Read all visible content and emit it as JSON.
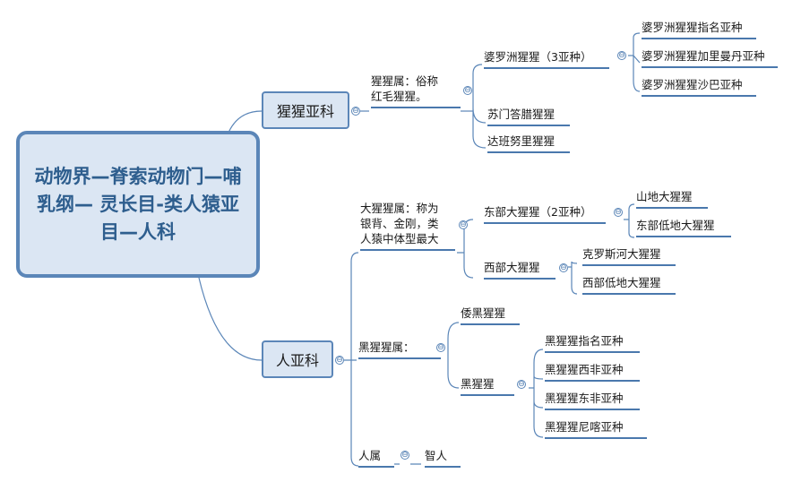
{
  "root": {
    "title": "动物界—脊索动物门—哺乳纲— 灵长目-类人猿亚目—人科"
  },
  "collapse_glyph": "⊖",
  "orangutan_subfamily": {
    "label": "猩猩亚科",
    "genus": {
      "line1": "猩猩属：俗称",
      "line2": "红毛猩猩。",
      "species": [
        {
          "label": "婆罗洲猩猩（3亚种）",
          "subspecies": [
            "婆罗洲猩猩指名亚种",
            "婆罗洲猩猩加里曼丹亚种",
            "婆罗洲猩猩沙巴亚种"
          ]
        },
        {
          "label": "苏门答腊猩猩"
        },
        {
          "label": "达班努里猩猩"
        }
      ]
    }
  },
  "human_subfamily": {
    "label": "人亚科",
    "gorilla_genus": {
      "line1": "大猩猩属：称为",
      "line2": "银背、金刚，类",
      "line3": "人猿中体型最大",
      "species": [
        {
          "label": "东部大猩猩（2亚种）",
          "subspecies": [
            "山地大猩猩",
            "东部低地大猩猩"
          ]
        },
        {
          "label": "西部大猩猩",
          "subspecies": [
            "克罗斯河大猩猩",
            "西部低地大猩猩"
          ]
        }
      ]
    },
    "chimp_genus": {
      "label": "黑猩猩属：",
      "species": [
        {
          "label": "倭黑猩猩"
        },
        {
          "label": "黑猩猩",
          "subspecies": [
            "黑猩猩指名亚种",
            "黑猩猩西非亚种",
            "黑猩猩东非亚种",
            "黑猩猩尼喀亚种"
          ]
        }
      ]
    },
    "homo_genus": {
      "label": "人属",
      "species": [
        {
          "label": "智人"
        }
      ]
    }
  }
}
